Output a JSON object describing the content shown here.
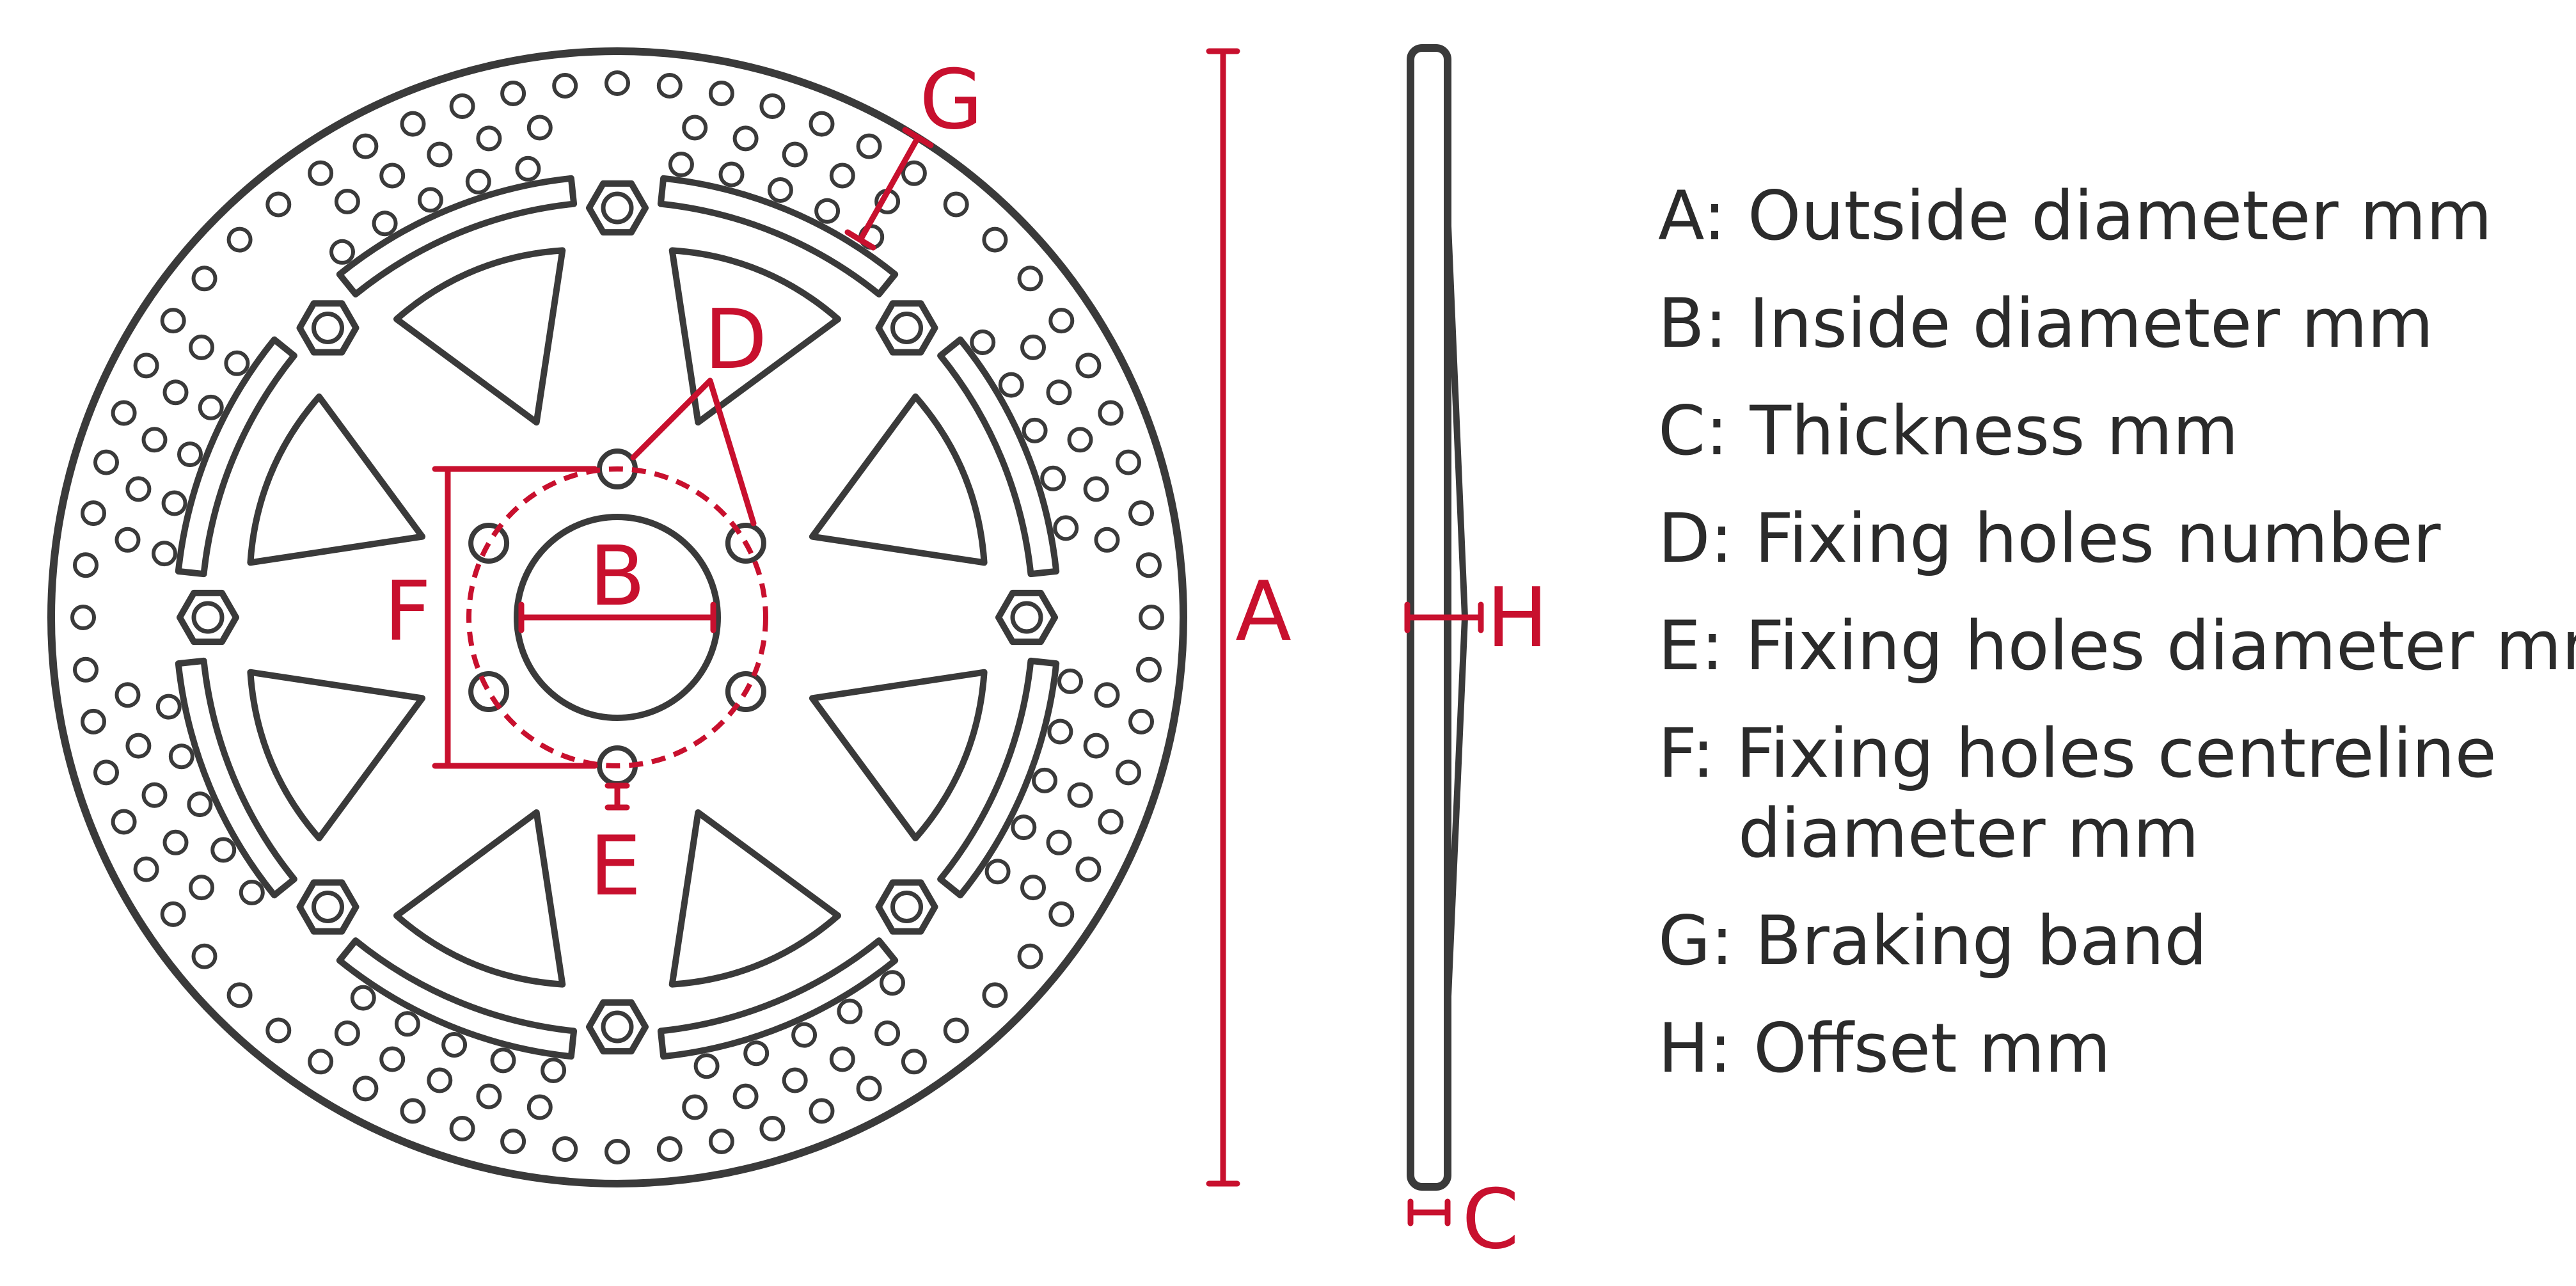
{
  "colors": {
    "outline": "#3a3a3a",
    "dimension": "#c8102e",
    "text": "#2b2b2b",
    "background": "#ffffff"
  },
  "dimension_labels": {
    "A": "A",
    "B": "B",
    "C": "C",
    "D": "D",
    "E": "E",
    "F": "F",
    "G": "G",
    "H": "H"
  },
  "legend": [
    {
      "key": "A",
      "text": "A: Outside diameter mm"
    },
    {
      "key": "B",
      "text": "B: Inside diameter mm"
    },
    {
      "key": "C",
      "text": "C: Thickness mm"
    },
    {
      "key": "D",
      "text": "D: Fixing holes number"
    },
    {
      "key": "E",
      "text": "E: Fixing holes diameter mm"
    },
    {
      "key": "F",
      "text": "F: Fixing holes centreline",
      "continuation": "diameter mm"
    },
    {
      "key": "G",
      "text": "G: Braking band"
    },
    {
      "key": "H",
      "text": "H: Offset mm"
    }
  ]
}
